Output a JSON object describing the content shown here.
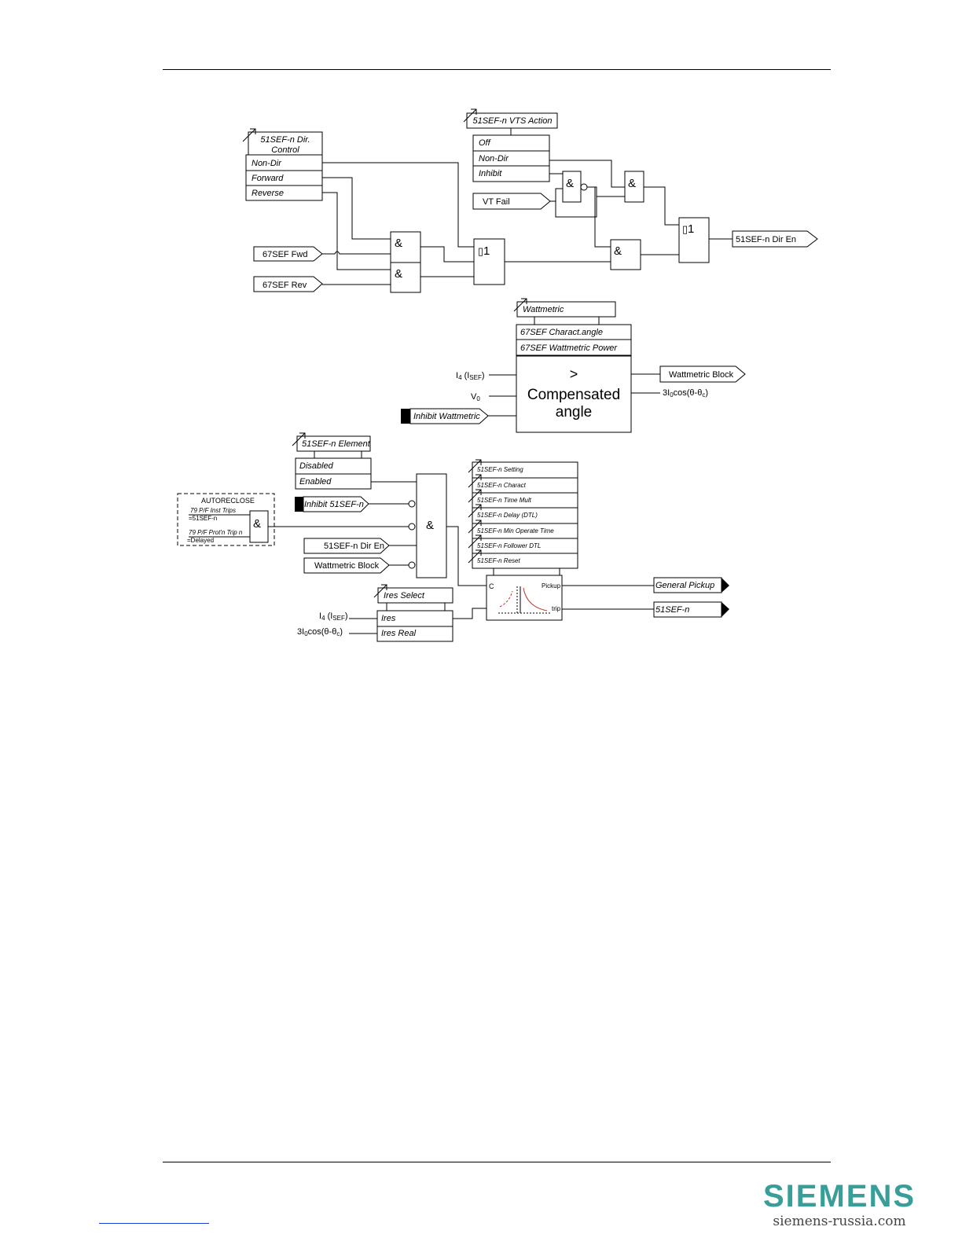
{
  "blocks": {
    "dir_control": {
      "title1": "51SEF-n Dir.",
      "title2": "Control",
      "options": [
        "Non-Dir",
        "Forward",
        "Reverse"
      ]
    },
    "vts_action": {
      "title": "51SEF-n VTS Action",
      "options": [
        "Off",
        "Non-Dir",
        "Inhibit"
      ]
    },
    "wattmetric": {
      "title": "Wattmetric",
      "settings": [
        "67SEF Charact.angle",
        "67SEF Wattmetric Power"
      ],
      "symbol": ">",
      "line1": "Compensated",
      "line2": "angle"
    },
    "element": {
      "title": "51SEF-n Element",
      "options": [
        "Disabled",
        "Enabled"
      ]
    },
    "autoreclose": {
      "title": "AUTORECLOSE",
      "line1": "79 P/F Inst Trips",
      "line2": "=51SEF-n",
      "line3": "79 P/F Prot'n Trip n",
      "line4": "=Delayed"
    },
    "settings_stack": {
      "items": [
        "51SEF-n Setting",
        "51SEF-n Charact",
        "51SEF-n Time Mult",
        "51SEF-n Delay (DTL)",
        "51SEF-n Min Operate Time",
        "51SEF-n Follower DTL",
        "51SEF-n Reset"
      ]
    },
    "ires_select": {
      "title": "Ires Select",
      "options": [
        "Ires",
        "Ires Real"
      ]
    },
    "char_block": {
      "c": "C",
      "pickup": "Pickup",
      "trip": "trip"
    }
  },
  "gates": {
    "and": "&",
    "or": "1",
    "or_glyph": "▯"
  },
  "signals": {
    "vt_fail": "VT Fail",
    "fwd": "67SEF Fwd",
    "rev": "67SEF Rev",
    "dir_en_out": "51SEF-n Dir En",
    "i4": "I",
    "i4_sub": "4",
    "isef": "SEF",
    "v0": "V",
    "v0_sub": "0",
    "inhibit_watt": "Inhibit Wattmetric",
    "watt_block_out": "Wattmetric Block",
    "cos_a": "3I",
    "cos_sub0": "0",
    "cos_b": "cos(θ-θ",
    "cos_subc": "c",
    "cos_end": ")",
    "inhibit_51": "Inhibit 51SEF-n",
    "dir_en_in": "51SEF-n Dir En",
    "watt_block_in": "Wattmetric Block",
    "general_pickup": "General Pickup",
    "out_51": "51SEF-n"
  },
  "footer": {
    "brand": "SIEMENS",
    "site": "siemens-russia.com"
  }
}
